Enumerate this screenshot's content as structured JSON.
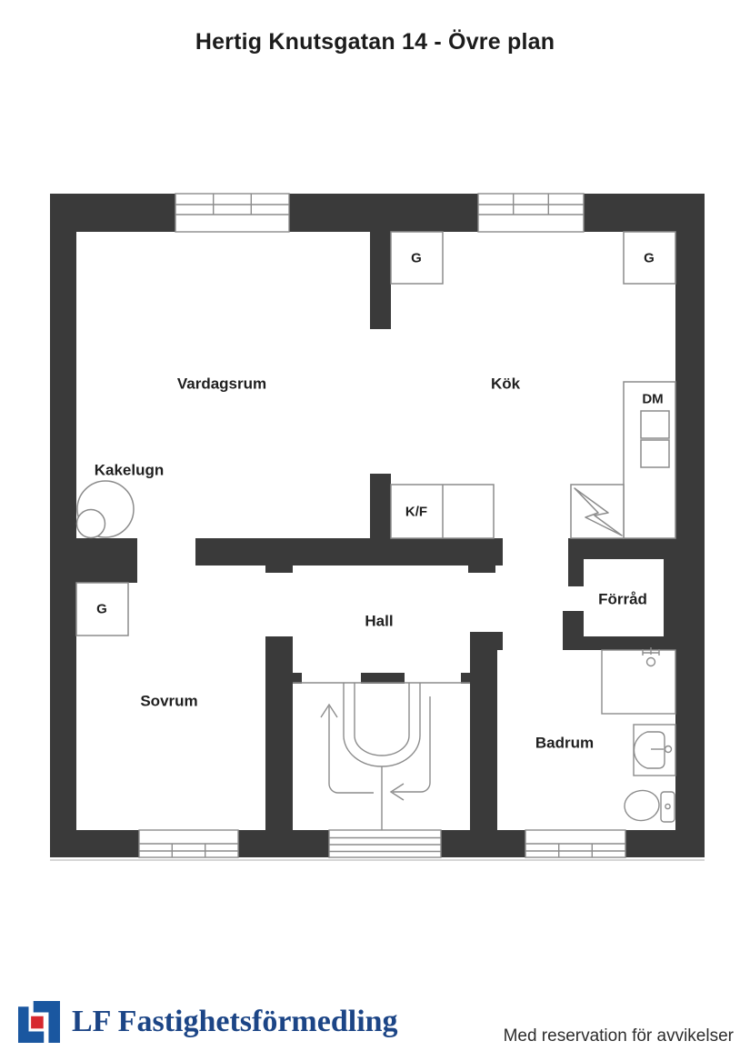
{
  "title": "Hertig Knutsgatan 14 - Övre plan",
  "colors": {
    "wall": "#3a3a3a",
    "thin_line": "#8c8c8c",
    "label_text": "#1f1f1f",
    "logo_blue": "#1a57a0",
    "logo_red": "#d7282f",
    "brand_text_blue": "#1c4586",
    "disclaimer_text": "#2d2d2d"
  },
  "rooms": {
    "vardagsrum": "Vardagsrum",
    "kok": "Kök",
    "kakelugn": "Kakelugn",
    "sovrum": "Sovrum",
    "hall": "Hall",
    "forrad": "Förråd",
    "badrum": "Badrum"
  },
  "fixtures": {
    "wardrobe_livingroom": "G",
    "wardrobe_kitchen": "G",
    "wardrobe_bedroom": "G",
    "fridge_freezer": "K/F",
    "dishwasher": "DM"
  },
  "footer": {
    "brand": "LF Fastighetsförmedling",
    "disclaimer": "Med reservation för avvikelser"
  }
}
